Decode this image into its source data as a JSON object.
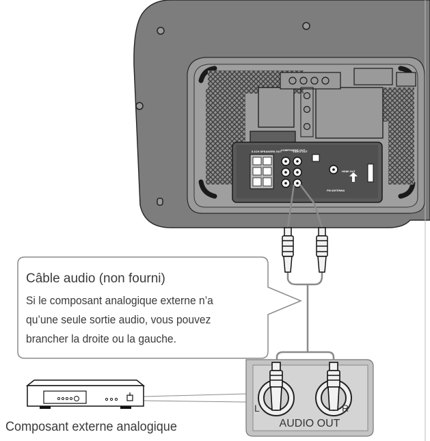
{
  "callout": {
    "title": "Câble audio (non fourni)",
    "lines": [
      "Si le composant analogique externe n’a",
      "qu’une seule sortie audio, vous pouvez",
      "brancher la droite ou la gauche."
    ]
  },
  "component": {
    "caption": "Composant externe analogique"
  },
  "audio_out": {
    "label": "AUDIO OUT",
    "left_label": "L",
    "right_label": "R"
  },
  "panel_labels": {
    "speakers_out": "5.1CH SPEAKERS OUT",
    "component_out": "COMPONENT OUT",
    "video_out": "VIDEO OUT",
    "hdmi_out": "HDMI OUT",
    "fm_antenna": "FM ANTENNA"
  },
  "colors": {
    "device_body": "#7d7d7d",
    "device_inner": "#9a9a9a",
    "panel": "#5a5a5a",
    "callout_border": "#8a8a8a",
    "cable": "#8a8a8a",
    "audio_out_bg": "#c4c4c4"
  }
}
